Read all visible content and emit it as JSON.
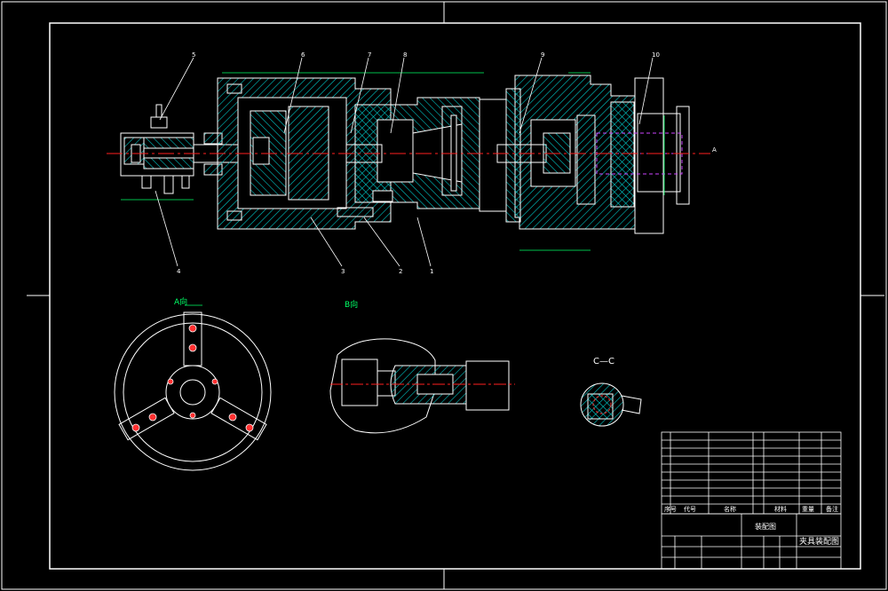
{
  "drawing": {
    "title_block": {
      "drawing_name": "夹具装配图",
      "subtitle": "装配图",
      "header_seq": "序号",
      "header_code": "代号",
      "header_name": "名称",
      "header_material": "材料",
      "header_weight": "重量",
      "header_remark": "备注"
    },
    "view_labels": {
      "view_a": "A向",
      "view_b": "B向",
      "section_cc": "C—C",
      "section_mark": "A"
    },
    "balloons": [
      "5",
      "6",
      "7",
      "8",
      "9",
      "10",
      "4",
      "3",
      "2",
      "1"
    ]
  },
  "colors": {
    "background": "#000000",
    "outline": "#ffffff",
    "hatch": "#00cccc",
    "center_line": "#ff2020",
    "dimension": "#00ff66",
    "purple": "#cc44ff",
    "green": "#00ff00"
  }
}
